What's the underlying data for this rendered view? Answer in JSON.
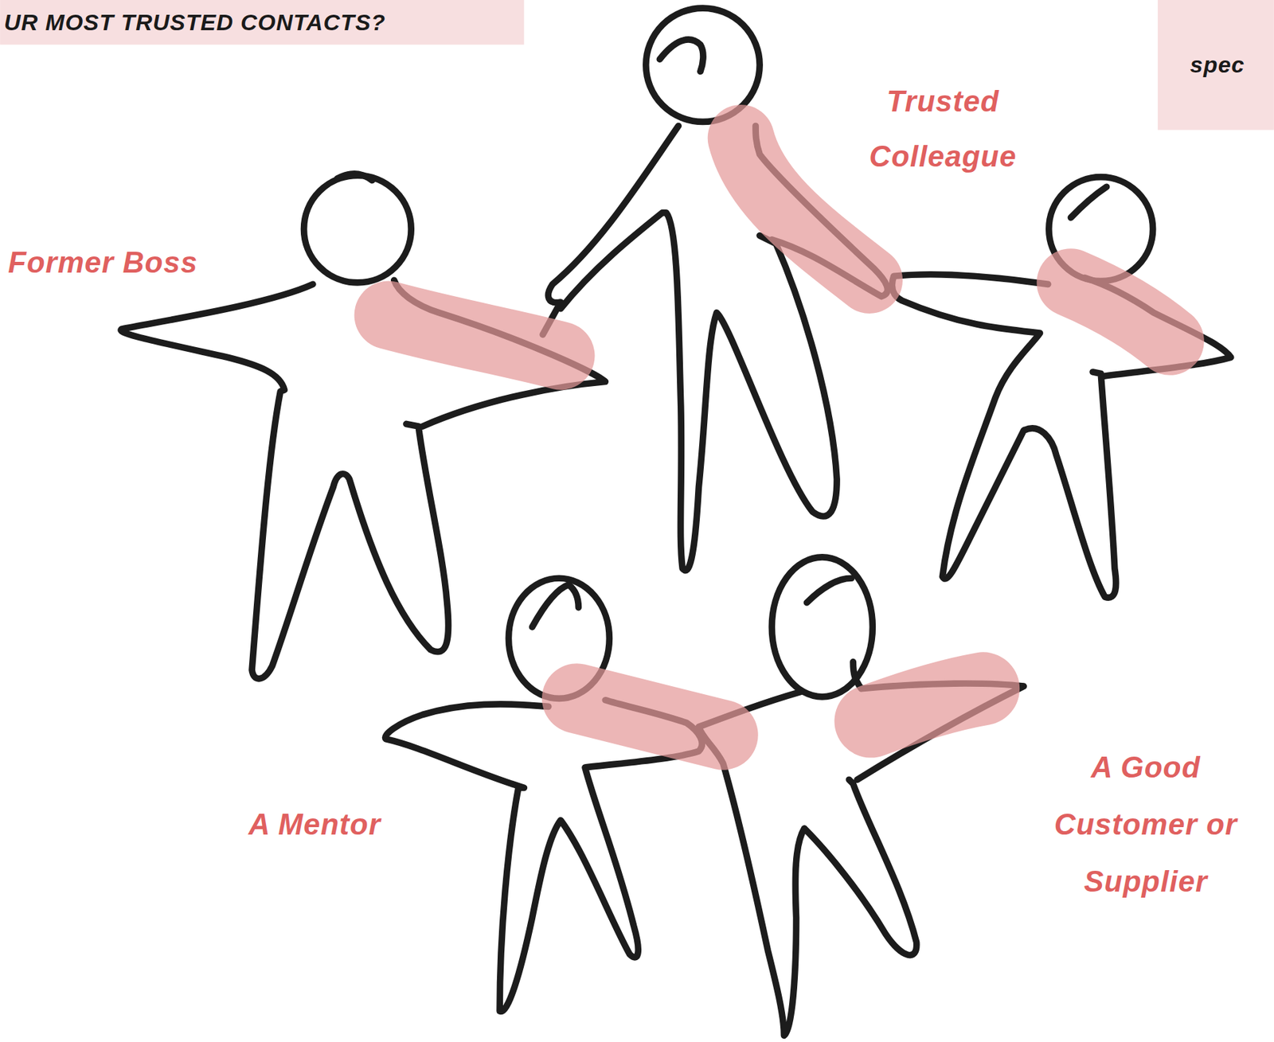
{
  "diagram": {
    "title": "UR MOST TRUSTED CONTACTS?",
    "labels": [
      "spec",
      "Trusted Colleague",
      "Former Boss",
      "A Mentor",
      "A Good Customer or Supplier"
    ]
  }
}
